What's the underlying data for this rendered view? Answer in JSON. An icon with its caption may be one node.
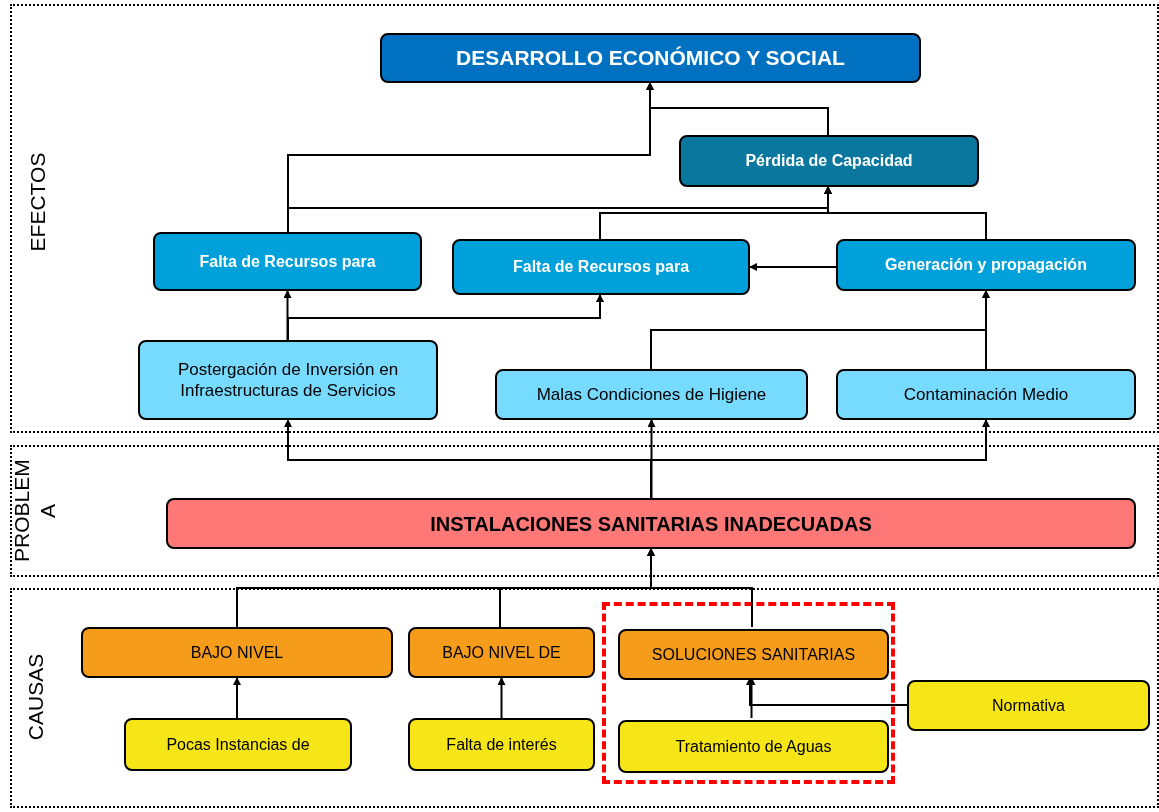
{
  "diagram": {
    "nodes": [
      {
        "text": [
          "EFECTOS"
        ]
      },
      {
        "text": [
          "PROBLEM A"
        ]
      },
      {
        "text": [
          "CAUSAS"
        ]
      },
      {
        "text": [
          "DESARROLLO ECONÓMICO Y SOCIAL"
        ],
        "in": 0
      },
      {
        "text": [
          "Pérdida de Capacidad"
        ],
        "in": 0
      },
      {
        "text": [
          "Falta de Recursos para"
        ],
        "in": 0
      },
      {
        "text": [
          "Falta de Recursos para"
        ],
        "in": 0
      },
      {
        "text": [
          "Generación y propagación"
        ],
        "in": 0
      },
      {
        "text": [
          "Postergación de Inversión en Infraestructuras de Servicios"
        ],
        "in": 0
      },
      {
        "text": [
          "Malas Condiciones de Higiene"
        ],
        "in": 0
      },
      {
        "text": [
          "Contaminación Medio"
        ],
        "in": 0
      },
      {
        "text": [
          "INSTALACIONES SANITARIAS INADECUADAS"
        ],
        "in": 1
      },
      {
        "text": [],
        "shape": "box",
        "in": 2
      },
      {
        "text": [
          "BAJO NIVEL"
        ],
        "in": 2
      },
      {
        "text": [
          "BAJO NIVEL DE"
        ],
        "in": 2
      },
      {
        "text": [
          "SOLUCIONES SANITARIAS"
        ],
        "in": 12
      },
      {
        "text": [
          "Pocas Instancias de"
        ],
        "in": 2
      },
      {
        "text": [
          "Falta de interés"
        ],
        "in": 2
      },
      {
        "text": [
          "Tratamiento de Aguas"
        ],
        "in": 12
      },
      {
        "text": [
          "Normativa"
        ],
        "in": 2
      }
    ],
    "edges": [
      {
        "from": 5,
        "to": 3,
        "arrow": "to"
      },
      {
        "from": 4,
        "to": 3,
        "arrow": "to"
      },
      {
        "from": 5,
        "to": 4,
        "arrow": "to"
      },
      {
        "from": 6,
        "to": 4,
        "arrow": "to"
      },
      {
        "from": 7,
        "to": 4,
        "arrow": "to"
      },
      {
        "from": 7,
        "to": 6,
        "arrow": "to"
      },
      {
        "from": 8,
        "to": 5,
        "arrow": "to"
      },
      {
        "from": 8,
        "to": 6,
        "arrow": "to"
      },
      {
        "from": 9,
        "to": 7,
        "arrow": "to"
      },
      {
        "from": 10,
        "to": 7,
        "arrow": "to"
      },
      {
        "from": 11,
        "to": 8,
        "arrow": "to"
      },
      {
        "from": 11,
        "to": 9,
        "arrow": "to"
      },
      {
        "from": 11,
        "to": 10,
        "arrow": "to"
      },
      {
        "from": 13,
        "to": 11,
        "arrow": "to"
      },
      {
        "from": 14,
        "to": 11,
        "arrow": "to"
      },
      {
        "from": 15,
        "to": 11,
        "arrow": "to"
      },
      {
        "from": 16,
        "to": 13,
        "arrow": "to"
      },
      {
        "from": 17,
        "to": 14,
        "arrow": "to"
      },
      {
        "from": 18,
        "to": 15,
        "arrow": "to"
      },
      {
        "from": 19,
        "to": 15,
        "arrow": "to"
      }
    ]
  }
}
